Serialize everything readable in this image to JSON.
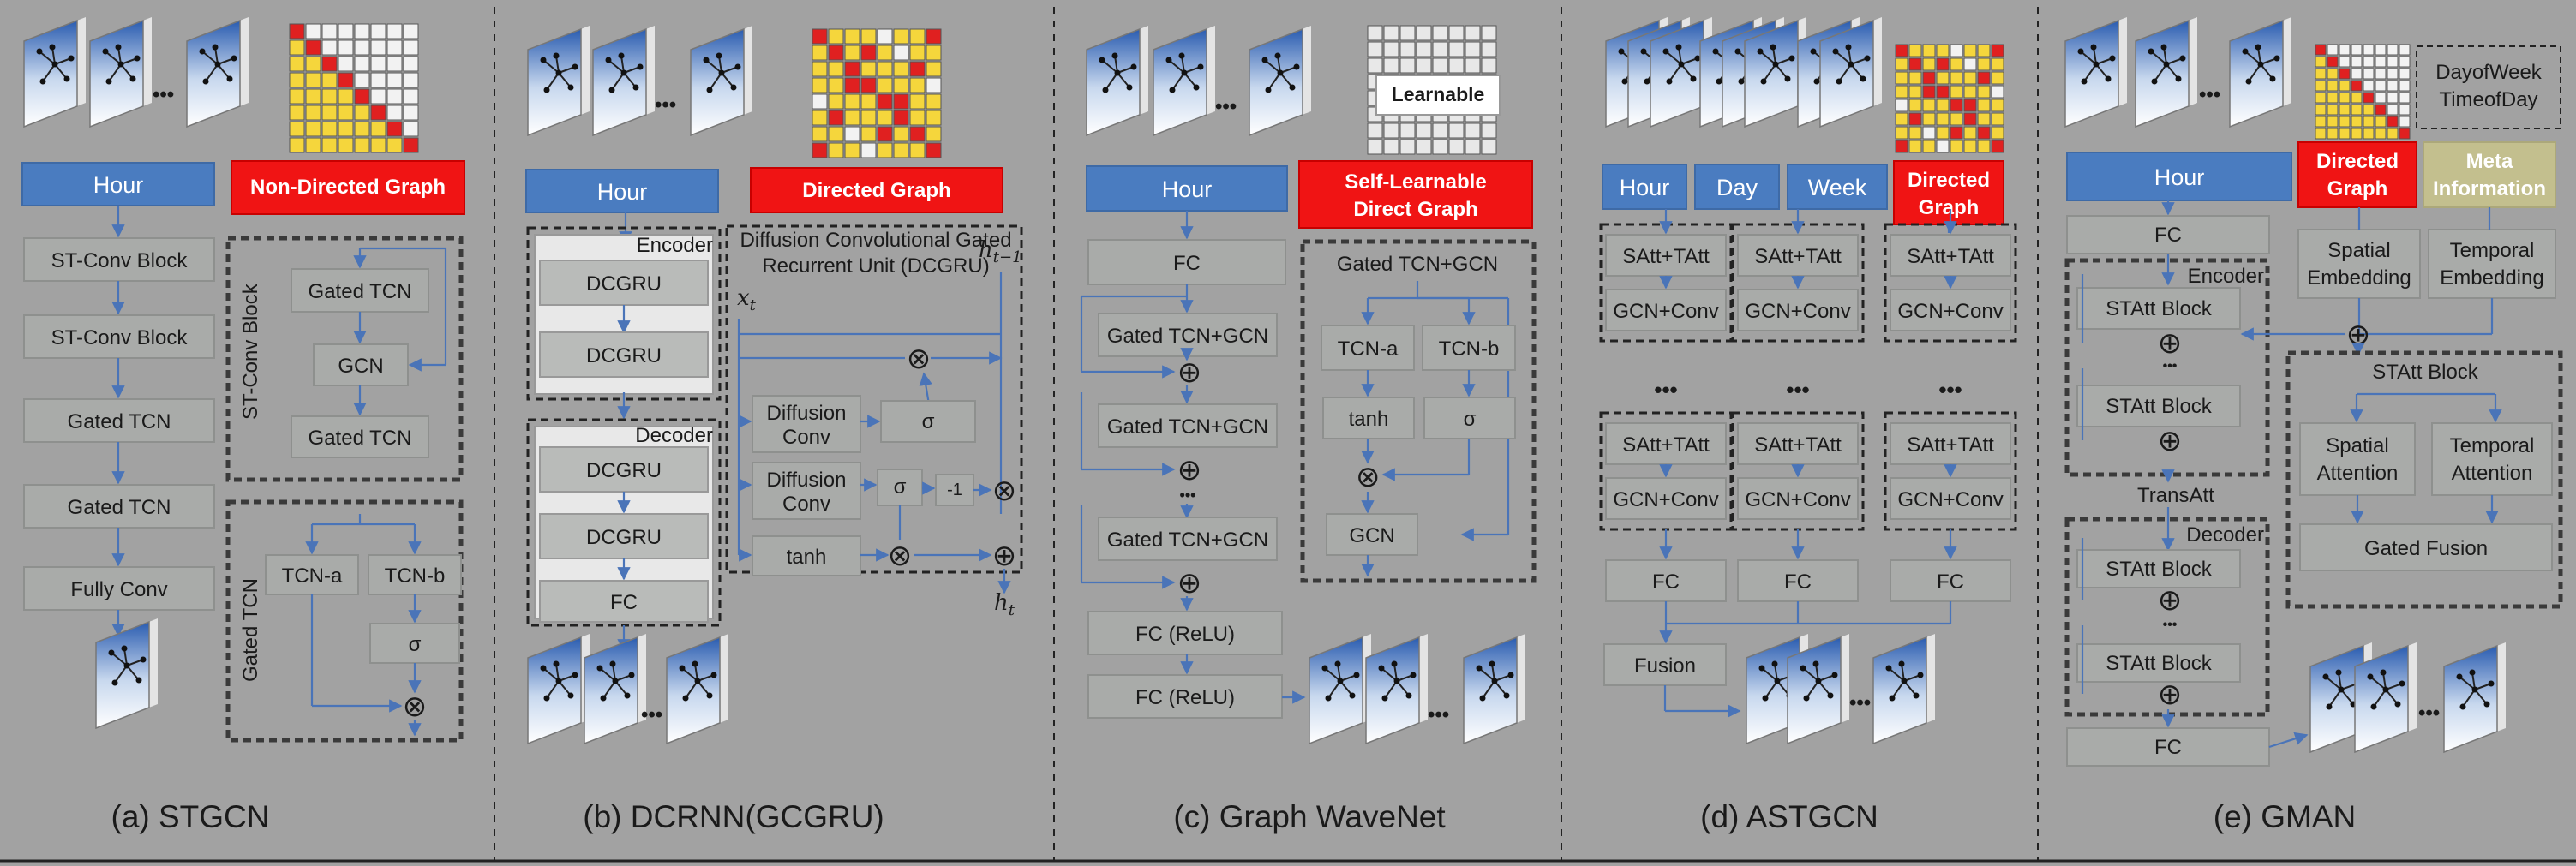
{
  "captions": {
    "a": "(a) STGCN",
    "b": "(b) DCRNN(GCGRU)",
    "c": "(c) Graph WaveNet",
    "d": "(d) ASTGCN",
    "e": "(e) GMAN"
  },
  "a": {
    "hour": "Hour",
    "graph": "Non-Directed Graph",
    "stconv1": "ST-Conv Block",
    "stconv2": "ST-Conv Block",
    "gtcn1": "Gated TCN",
    "gtcn2": "Gated TCN",
    "fullyconv": "Fully Conv",
    "stconv_side": "ST-Conv Block",
    "in_gtcn1": "Gated TCN",
    "in_gcn": "GCN",
    "in_gtcn2": "Gated TCN",
    "gtcn_side": "Gated TCN",
    "tcna": "TCN-a",
    "tcnb": "TCN-b",
    "sigma": "σ",
    "otimes": "⊗",
    "dots": "•••"
  },
  "b": {
    "hour": "Hour",
    "graph": "Directed Graph",
    "encoder": "Encoder",
    "decoder": "Decoder",
    "dcgru1": "DCGRU",
    "dcgru2": "DCGRU",
    "dcgru3": "DCGRU",
    "dcgru4": "DCGRU",
    "fc": "FC",
    "title1": "Diffusion Convolutional Gated",
    "title2": "Recurrent Unit (DCGRU)",
    "xt": "x",
    "xt_sub": "t",
    "ht1": "h",
    "ht1_sub": "t−1",
    "ht": "h",
    "ht_sub": "t",
    "diff1a": "Diffusion",
    "diff1b": "Conv",
    "diff2a": "Diffusion",
    "diff2b": "Conv",
    "sigma1": "σ",
    "sigma2": "σ",
    "minus1": "-1",
    "tanh": "tanh",
    "otimes": "⊗",
    "oplus": "⊕",
    "dots": "•••"
  },
  "c": {
    "hour": "Hour",
    "learnable": "Learnable",
    "graph1": "Self-Learnable",
    "graph2": "Direct Graph",
    "fc": "FC",
    "gtg1": "Gated TCN+GCN",
    "gtg2": "Gated TCN+GCN",
    "gtg3": "Gated TCN+GCN",
    "fcrelu1": "FC (ReLU)",
    "fcrelu2": "FC (ReLU)",
    "inner_title": "Gated TCN+GCN",
    "tcna": "TCN-a",
    "tcnb": "TCN-b",
    "tanh": "tanh",
    "sigma": "σ",
    "gcn": "GCN",
    "oplus": "⊕",
    "otimes": "⊗",
    "vdots": "•••",
    "dots": "•••"
  },
  "d": {
    "hour": "Hour",
    "day": "Day",
    "week": "Week",
    "graph1": "Directed",
    "graph2": "Graph",
    "satt": "SAtt+TAtt",
    "gcnconv": "GCN+Conv",
    "fc": "FC",
    "fusion": "Fusion",
    "dots": "•••"
  },
  "e": {
    "hour": "Hour",
    "graph1": "Directed",
    "graph2": "Graph",
    "meta1": "Meta",
    "meta2": "Information",
    "dow": "DayofWeek",
    "tod": "TimeofDay",
    "fc": "FC",
    "encoder": "Encoder",
    "decoder": "Decoder",
    "statt": "STAtt Block",
    "transatt": "TransAtt",
    "spemb1": "Spatial",
    "spemb2": "Embedding",
    "tpemb1": "Temporal",
    "tpemb2": "Embedding",
    "statt_big": "STAtt Block",
    "spatt1": "Spatial",
    "spatt2": "Attention",
    "tpatt1": "Temporal",
    "tpatt2": "Attention",
    "gated": "Gated Fusion",
    "oplus": "⊕",
    "dots": "•••"
  },
  "colors": {
    "background": "#a2a2a2",
    "box": "#a9aba9",
    "blue": "#4a7cc0",
    "red": "#f01414",
    "khaki": "#c3bf8e",
    "arrow": "#4a74b8"
  }
}
